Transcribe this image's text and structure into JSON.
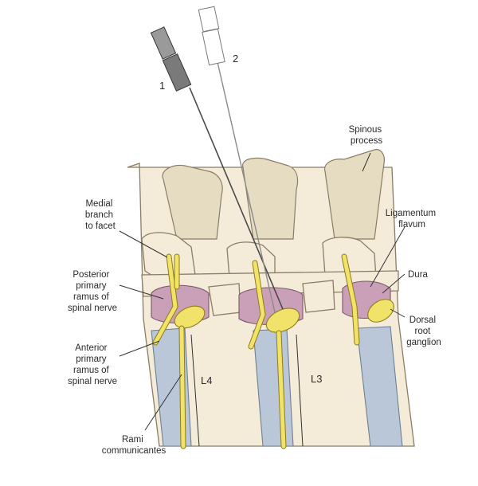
{
  "labels": {
    "needle1": "1",
    "needle2": "2",
    "spinous_process": [
      "Spinous",
      "process"
    ],
    "ligamentum_flavum": [
      "Ligamentum",
      "flavum"
    ],
    "dura": "Dura",
    "dorsal_root_ganglion": [
      "Dorsal",
      "root",
      "ganglion"
    ],
    "medial_branch": [
      "Medial",
      "branch",
      "to facet"
    ],
    "posterior_primary_ramus": [
      "Posterior",
      "primary",
      "ramus of",
      "spinal nerve"
    ],
    "anterior_primary_ramus": [
      "Anterior",
      "primary",
      "ramus of",
      "spinal nerve"
    ],
    "rami_communicantes": [
      "Rami",
      "communicantes"
    ],
    "vertebra_l4": "L4",
    "vertebra_l3": "L3"
  },
  "colors": {
    "bone": "#f4ecd8",
    "disc": "#b9c7d8",
    "dura": "#caa0b8",
    "nerve": "#f1e26a"
  }
}
